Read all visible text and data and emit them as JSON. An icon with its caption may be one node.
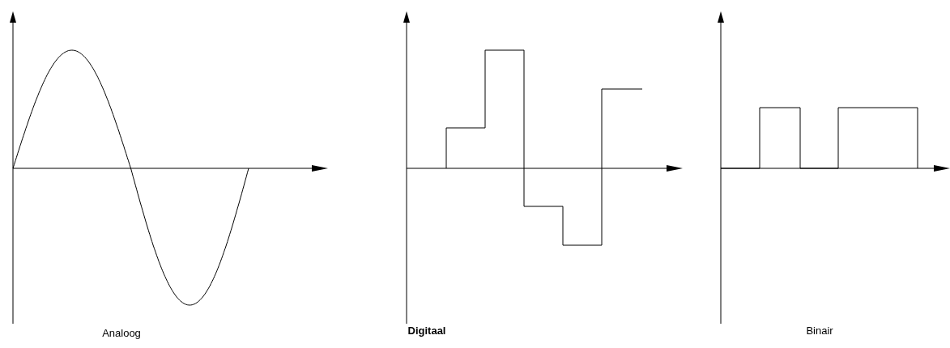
{
  "diagram": {
    "labels": [
      "Analoog",
      "Digitaal",
      "Binair"
    ]
  }
}
